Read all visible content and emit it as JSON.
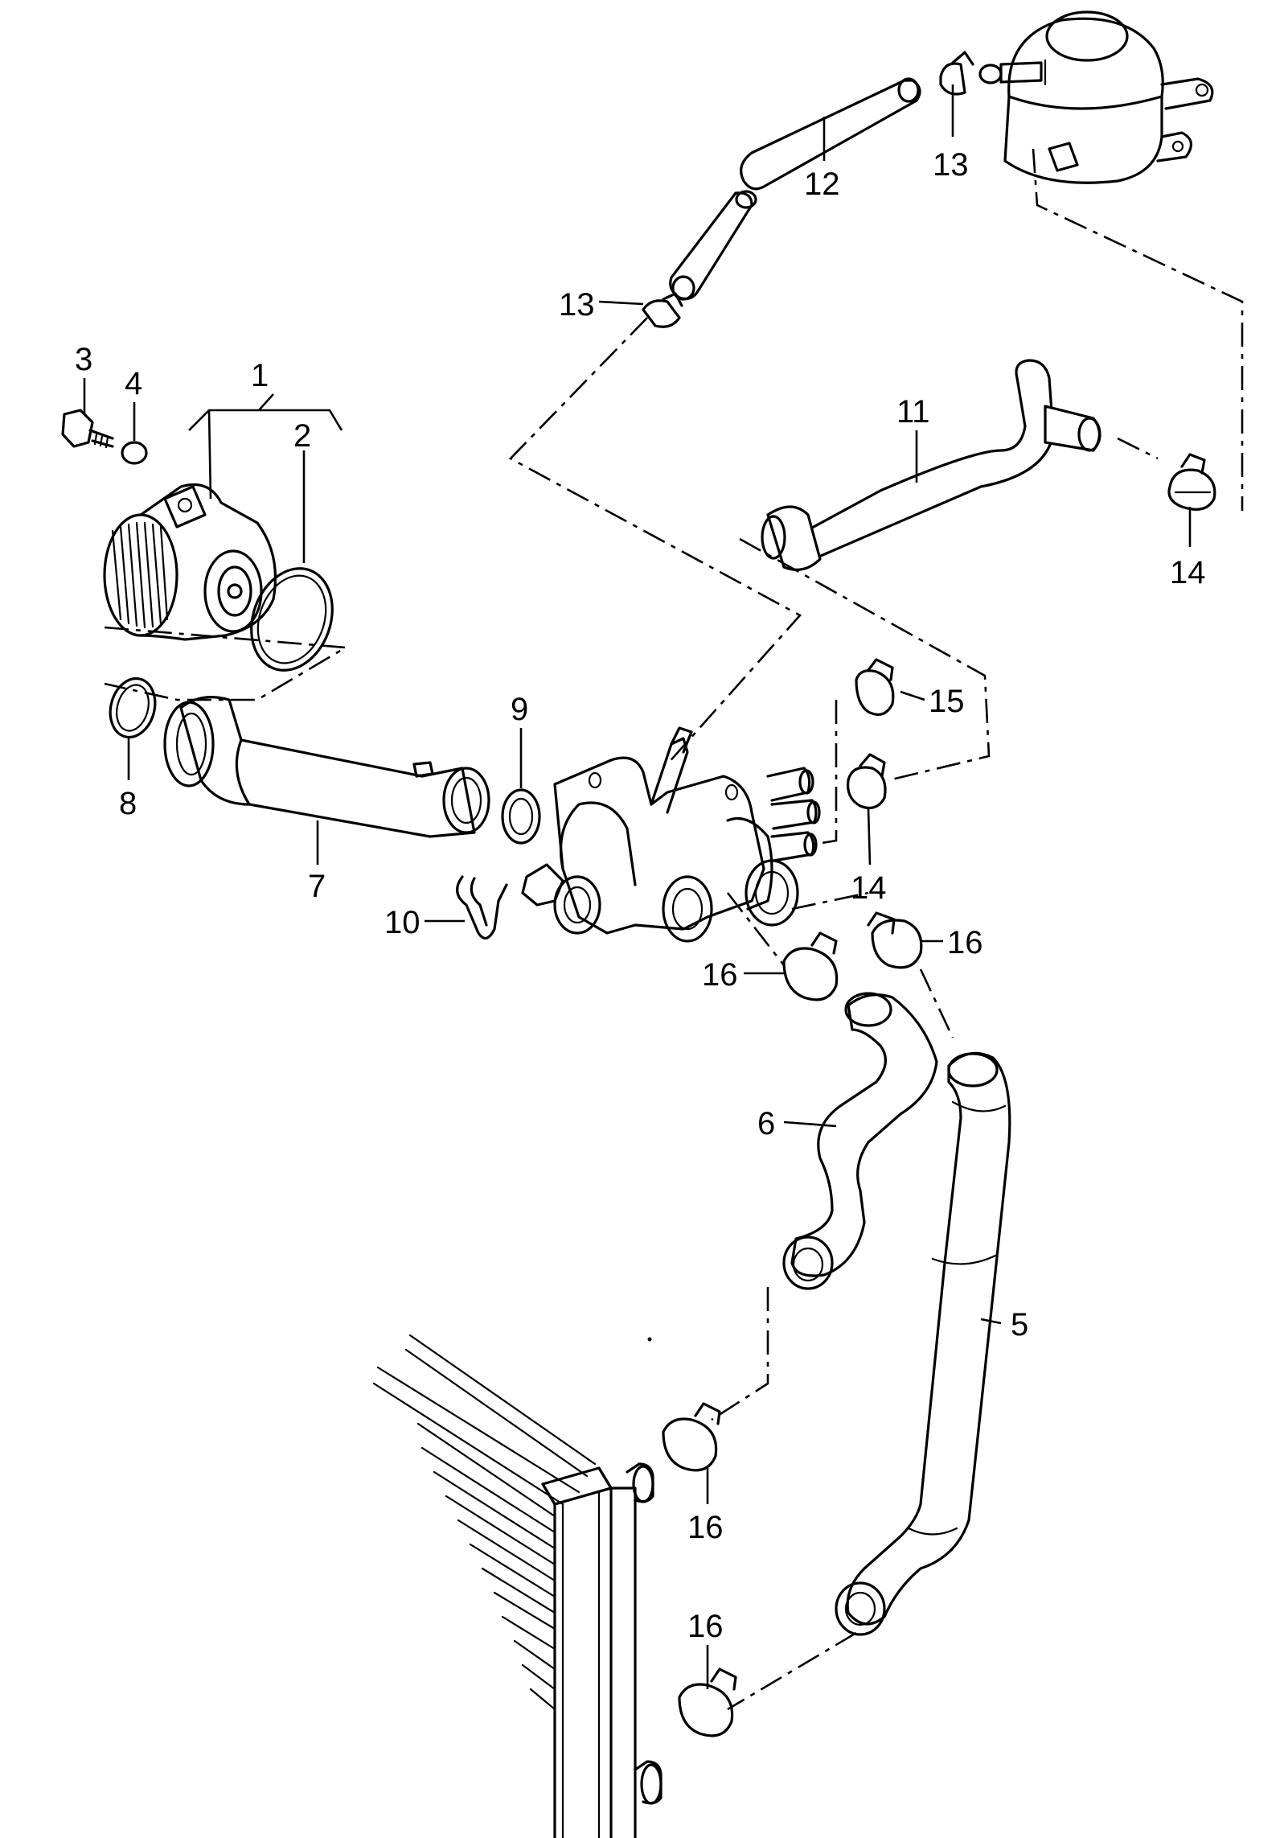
{
  "diagram": {
    "callouts": {
      "p1": "1",
      "p2": "2",
      "p3": "3",
      "p4": "4",
      "p5": "5",
      "p6": "6",
      "p7": "7",
      "p8": "8",
      "p9": "9",
      "p10": "10",
      "p11": "11",
      "p12": "12",
      "p13a": "13",
      "p13b": "13",
      "p14a": "14",
      "p14b": "14",
      "p15": "15",
      "p16a": "16",
      "p16b": "16",
      "p16c": "16",
      "p16d": "16"
    },
    "colors": {
      "ink": "#000000",
      "paper": "#ffffff"
    }
  }
}
